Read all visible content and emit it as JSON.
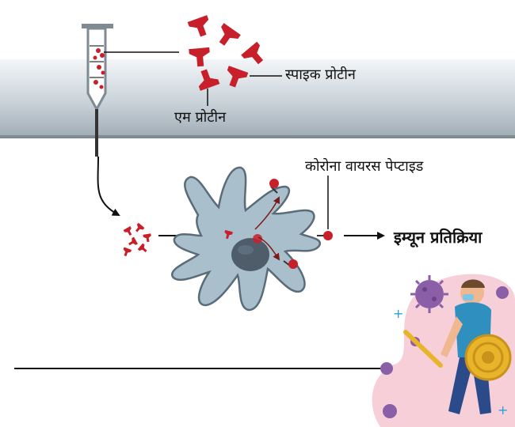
{
  "labels": {
    "spike_protein": "स्पाइक प्रोटीन",
    "m_protein": "एम प्रोटीन",
    "corona_peptide": "कोरोना वायरस पेप्टाइड",
    "immune_response": "इम्यून प्रतिक्रिया"
  },
  "colors": {
    "protein_red": "#c8202a",
    "cell_blue": "#a9c0cc",
    "nucleus": "#4f5d6b",
    "virus_purple": "#8b5fa8",
    "person_shirt": "#2f8fbf",
    "shield_gold": "#e8b52a",
    "band_gray": "#9fabb4"
  },
  "icons": [
    "test-tube-icon",
    "spike-protein-icon",
    "dendritic-cell-icon",
    "virus-icon",
    "person-with-shield-icon",
    "arrow-icon"
  ]
}
